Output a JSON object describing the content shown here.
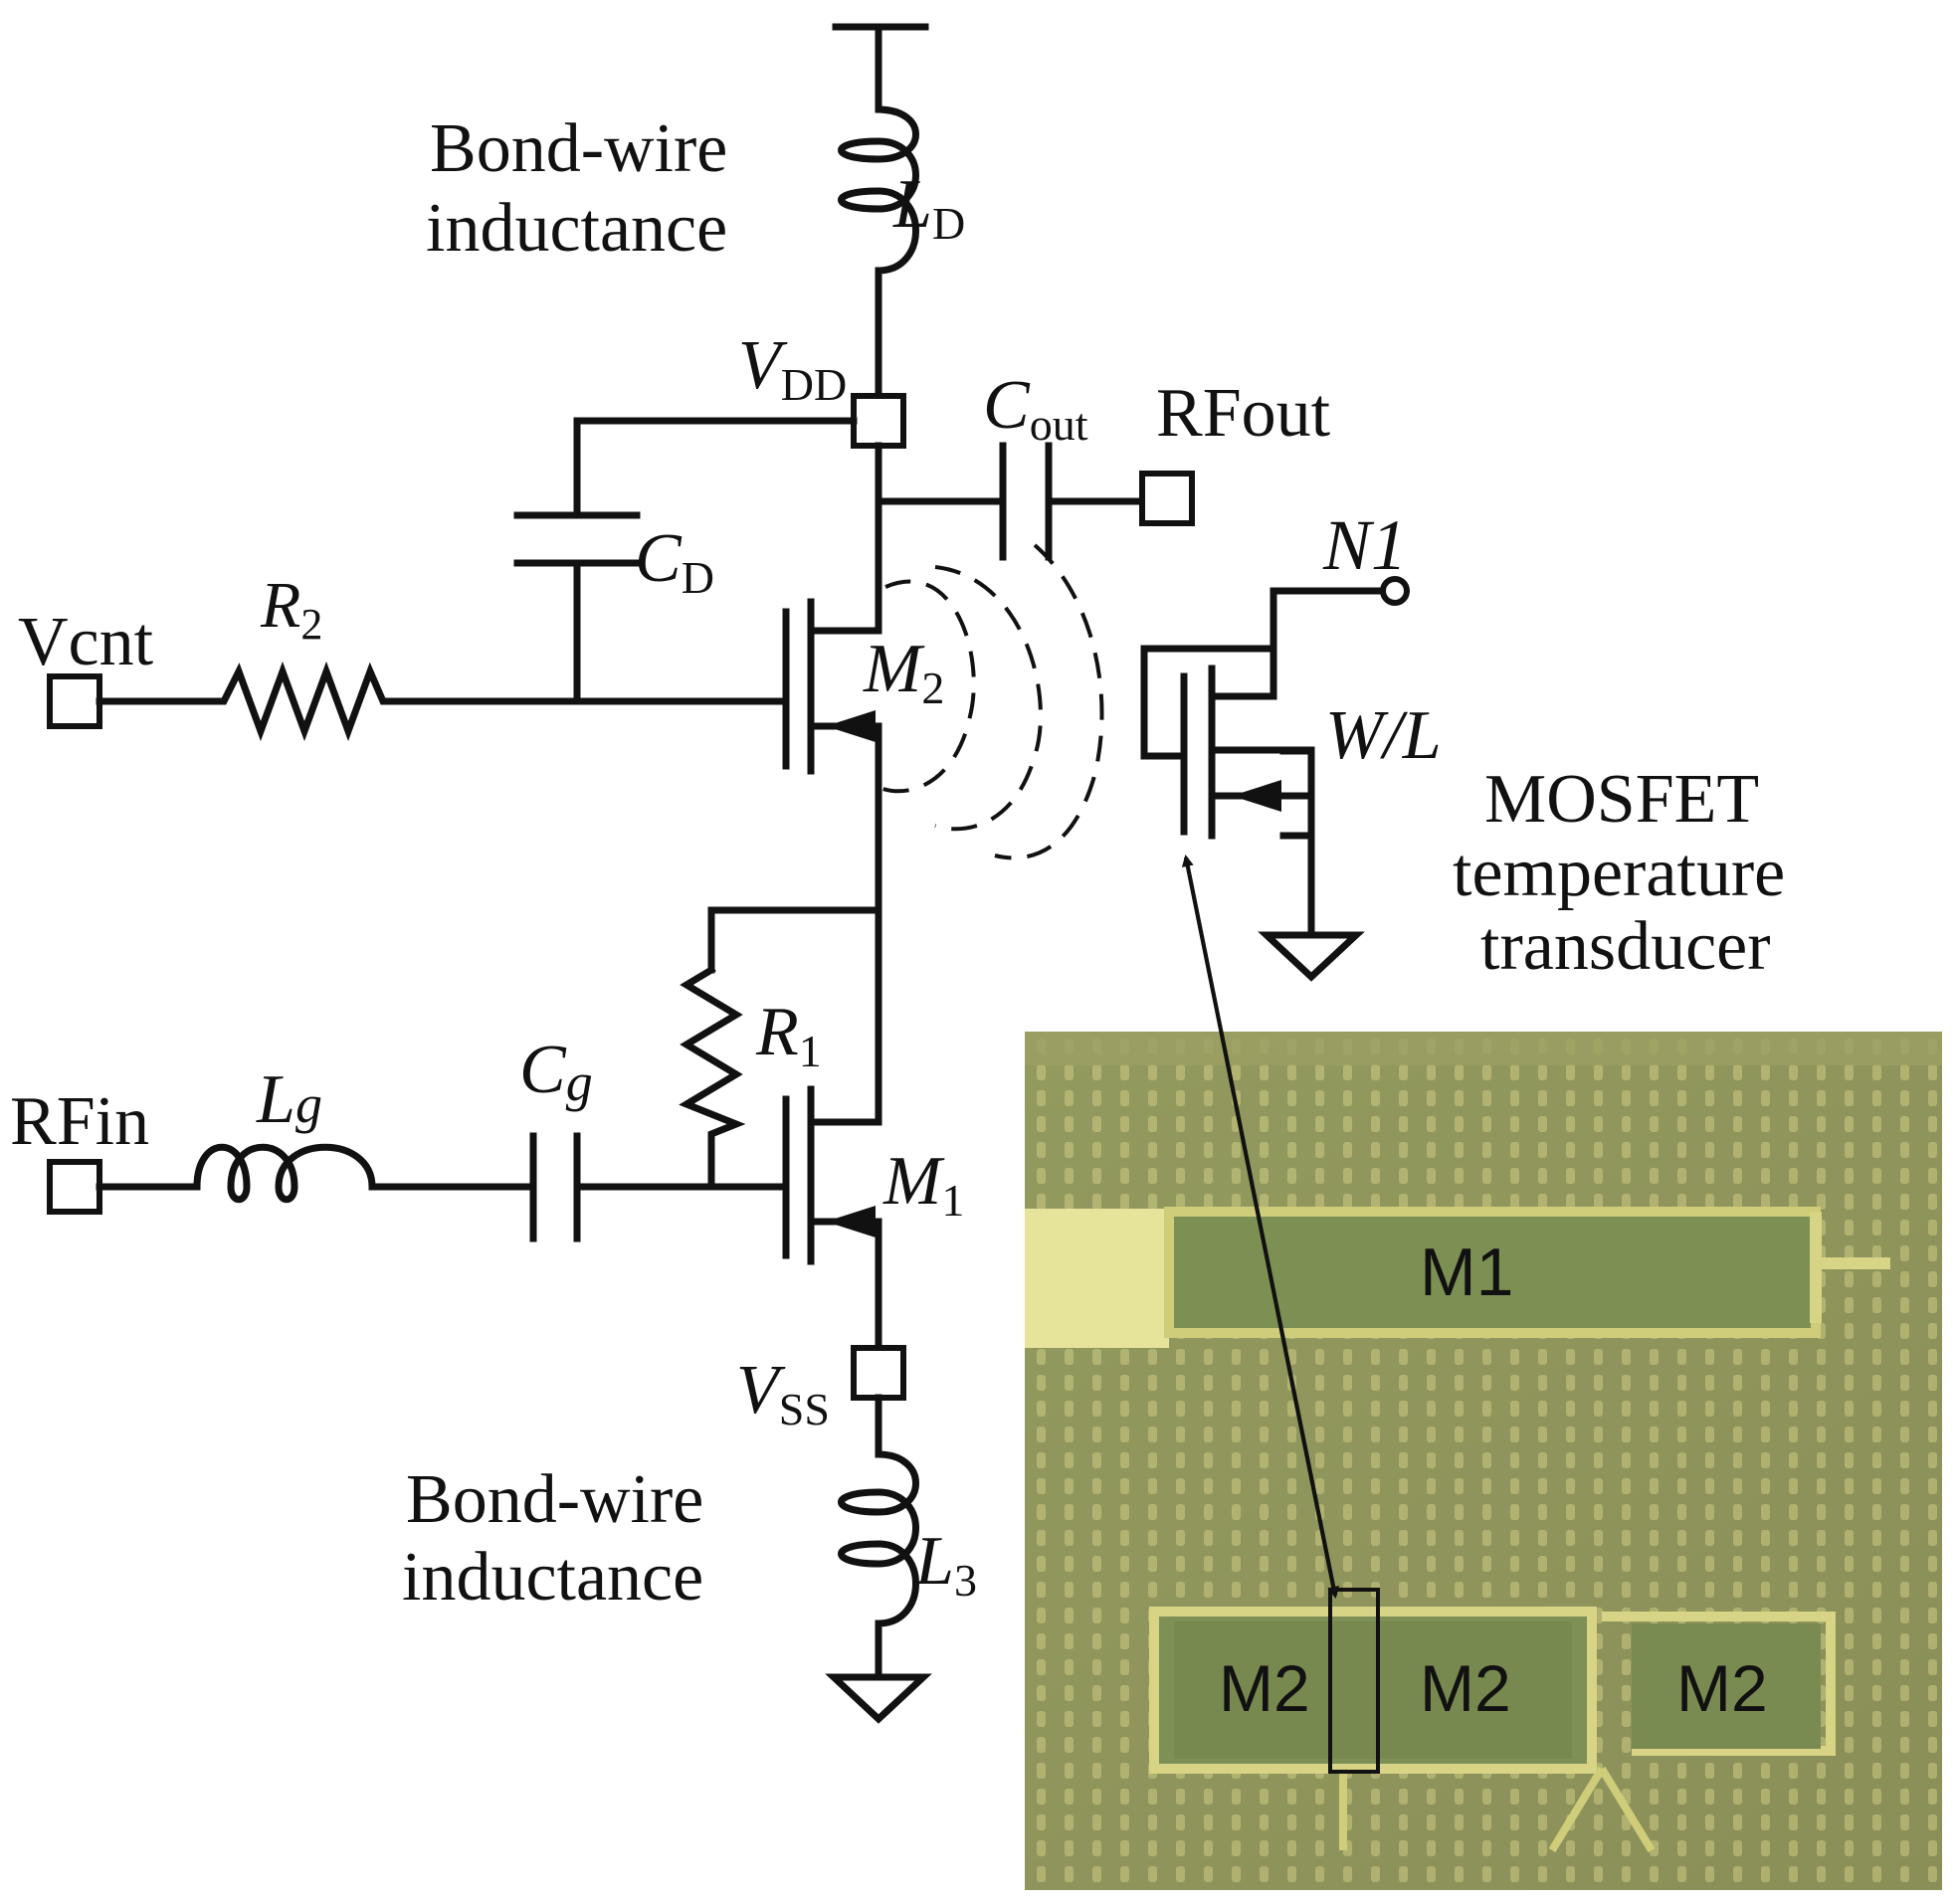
{
  "labels": {
    "bond_wire_top": [
      "Bond-wire",
      "inductance"
    ],
    "bond_wire_bottom": [
      "Bond-wire",
      "inductance"
    ],
    "ld": {
      "main": "L",
      "sub": "D"
    },
    "vdd": {
      "main": "V",
      "sub": "DD"
    },
    "cout": {
      "main": "C",
      "sub": "out"
    },
    "rfout": "RFout",
    "cd": {
      "main": "C",
      "sub": "D"
    },
    "n1": "N1",
    "vcnt": "Vcnt",
    "r2": {
      "main": "R",
      "sub": "2"
    },
    "m2": {
      "main": "M",
      "sub": "2"
    },
    "wl": "W/L",
    "mosfet_transducer": [
      "MOSFET",
      "temperature",
      "transducer"
    ],
    "r1": {
      "main": "R",
      "sub": "1"
    },
    "cg": {
      "main": "C",
      "sub": "g"
    },
    "rfin": "RFin",
    "lg": {
      "main": "L",
      "sub": "g"
    },
    "m1": {
      "main": "M",
      "sub": "1"
    },
    "vss": {
      "main": "V",
      "sub": "SS"
    },
    "l3": {
      "main": "L",
      "sub": "3"
    }
  },
  "micrograph": {
    "m1": "M1",
    "m2_left": "M2",
    "m2_mid": "M2",
    "m2_right": "M2"
  },
  "colors": {
    "wire": "#111111",
    "die_background": "#8f8f58",
    "metal_pad": "#e8e49a",
    "transistor_area": "#7f8f55"
  }
}
